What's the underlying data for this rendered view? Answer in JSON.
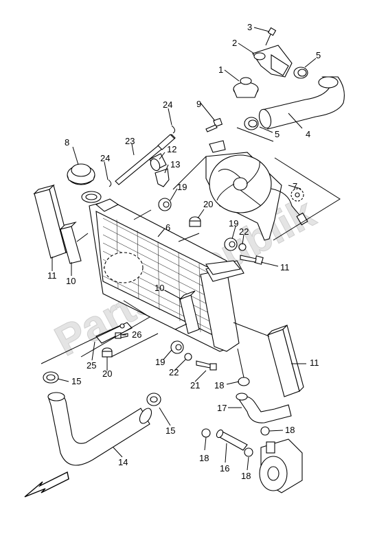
{
  "diagram": {
    "watermark": "PartsRepublik",
    "callouts": [
      {
        "id": "c1",
        "label": "1"
      },
      {
        "id": "c2",
        "label": "2"
      },
      {
        "id": "c3",
        "label": "3"
      },
      {
        "id": "c4",
        "label": "4"
      },
      {
        "id": "c5a",
        "label": "5"
      },
      {
        "id": "c5b",
        "label": "5"
      },
      {
        "id": "c6",
        "label": "6"
      },
      {
        "id": "c7",
        "label": "7"
      },
      {
        "id": "c8",
        "label": "8"
      },
      {
        "id": "c9",
        "label": "9"
      },
      {
        "id": "c10a",
        "label": "10"
      },
      {
        "id": "c10b",
        "label": "10"
      },
      {
        "id": "c11a",
        "label": "11"
      },
      {
        "id": "c11b",
        "label": "11"
      },
      {
        "id": "c11c",
        "label": "11"
      },
      {
        "id": "c12",
        "label": "12"
      },
      {
        "id": "c13",
        "label": "13"
      },
      {
        "id": "c14",
        "label": "14"
      },
      {
        "id": "c15a",
        "label": "15"
      },
      {
        "id": "c15b",
        "label": "15"
      },
      {
        "id": "c16",
        "label": "16"
      },
      {
        "id": "c17",
        "label": "17"
      },
      {
        "id": "c18a",
        "label": "18"
      },
      {
        "id": "c18b",
        "label": "18"
      },
      {
        "id": "c18c",
        "label": "18"
      },
      {
        "id": "c18d",
        "label": "18"
      },
      {
        "id": "c19a",
        "label": "19"
      },
      {
        "id": "c19b",
        "label": "19"
      },
      {
        "id": "c19c",
        "label": "19"
      },
      {
        "id": "c20a",
        "label": "20"
      },
      {
        "id": "c20b",
        "label": "20"
      },
      {
        "id": "c21",
        "label": "21"
      },
      {
        "id": "c22a",
        "label": "22"
      },
      {
        "id": "c22b",
        "label": "22"
      },
      {
        "id": "c23",
        "label": "23"
      },
      {
        "id": "c24a",
        "label": "24"
      },
      {
        "id": "c24b",
        "label": "24"
      },
      {
        "id": "c25",
        "label": "25"
      },
      {
        "id": "c26",
        "label": "26"
      }
    ]
  }
}
